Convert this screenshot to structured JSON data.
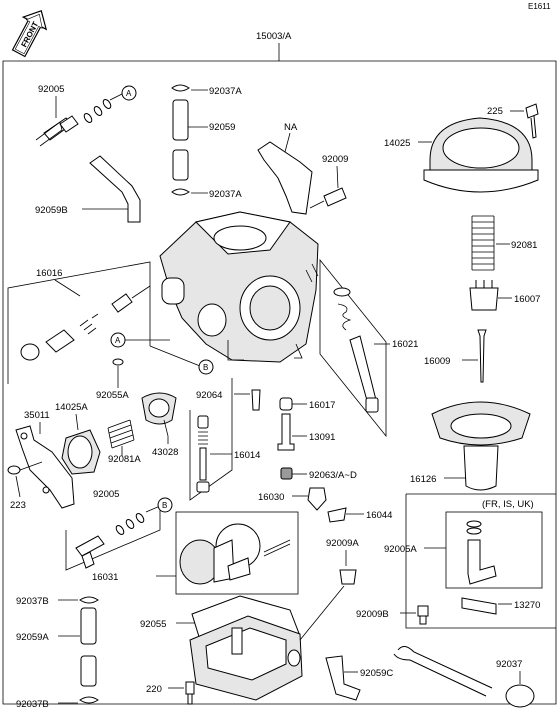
{
  "figure_code": "E1611",
  "front_label": "FRONT",
  "assembly_label": "15003/A",
  "callouts": {
    "a1": "A",
    "a2": "A",
    "b1": "B",
    "b2": "B"
  },
  "parts": {
    "p92005_top": "92005",
    "p92059B": "92059B",
    "p92037A_top": "92037A",
    "p92059": "92059",
    "p92037A_mid": "92037A",
    "pNA": "NA",
    "p92009": "92009",
    "p225": "225",
    "p14025": "14025",
    "p16016": "16016",
    "p92081": "92081",
    "p16007": "16007",
    "p16021": "16021",
    "p16009": "16009",
    "p92055A": "92055A",
    "p35011": "35011",
    "p14025A": "14025A",
    "p92081A": "92081A",
    "p43028": "43028",
    "p92064": "92064",
    "p16017": "16017",
    "p13091": "13091",
    "p16014": "16014",
    "p92063": "92063/A~D",
    "p16126": "16126",
    "p223": "223",
    "p92005_low": "92005",
    "p16030": "16030",
    "p16044": "16044",
    "p16031": "16031",
    "p92009A": "92009A",
    "p92005A": "92005A",
    "p92009B": "92009B",
    "p13270": "13270",
    "p92037B_top": "92037B",
    "p92059A": "92059A",
    "p92055": "92055",
    "p220": "220",
    "p92059C": "92059C",
    "p92037": "92037",
    "p92037B_low": "92037B"
  },
  "region_note": "(FR, IS, UK)"
}
